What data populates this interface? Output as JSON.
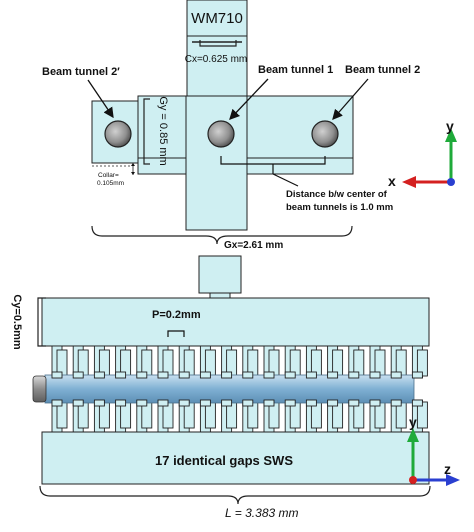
{
  "top_view": {
    "waveguide_label": "WM710",
    "cx_label": "Cx=0.625 mm",
    "gy_label": "Gy = 0.85 mm",
    "collar_label_line1": "Collar=",
    "collar_label_line2": "0.105mm",
    "beam_tunnel_2prime": "Beam tunnel 2′",
    "beam_tunnel_1": "Beam tunnel 1",
    "beam_tunnel_2": "Beam tunnel 2",
    "distance_line1": "Distance b/w center of",
    "distance_line2": "beam tunnels is 1.0 mm",
    "gx_label": "Gx=2.61 mm",
    "axis_y": "y",
    "axis_x": "x"
  },
  "side_view": {
    "cy_label": "Cy=0.5mm",
    "p_label": "P=0.2mm",
    "gaps_label": "17 identical gaps SWS",
    "length_label": "L = 3.383 mm",
    "axis_y": "y",
    "axis_z": "z"
  },
  "colors": {
    "body_fill": "#cfeff2",
    "outline": "#222222",
    "tunnel_grey": "#8f8f8f",
    "beam_blue": "#8fb8d6",
    "axis_green": "#1faa3a",
    "axis_red": "#d42020",
    "axis_blue": "#2a3fd0"
  }
}
